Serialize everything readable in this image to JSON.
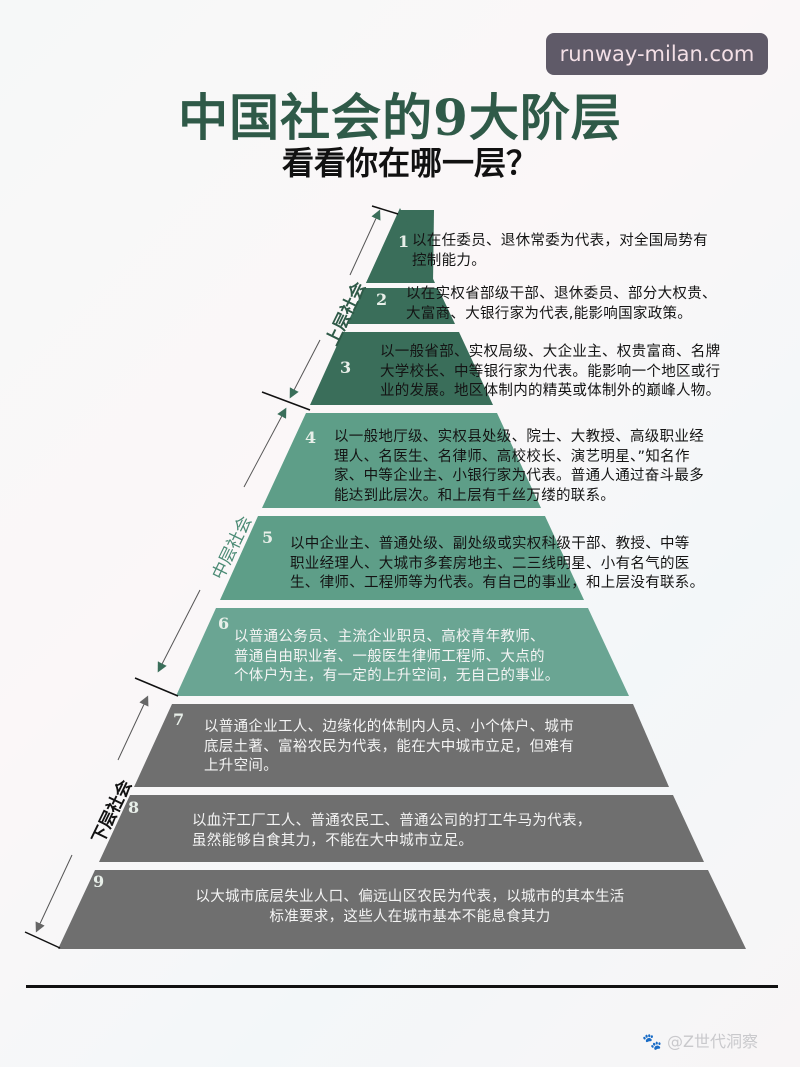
{
  "watermark": "runway-milan.com",
  "title": "中国社会的9大阶层",
  "subtitle": "看看你在哪一层？",
  "groups": [
    {
      "label": "上层社会",
      "color": "#2f5a48"
    },
    {
      "label": "中层社会",
      "color": "#4a8a74"
    },
    {
      "label": "下层社会",
      "color": "#111111"
    }
  ],
  "tiers": [
    {
      "num": "1",
      "lines": [
        "以在任委员、退休常委为代表，对全国局势有",
        "控制能力。"
      ]
    },
    {
      "num": "2",
      "lines": [
        "以在实权省部级干部、退休委员、部分大权贵、",
        "大富商、大银行家为代表,能影响国家政策。"
      ]
    },
    {
      "num": "3",
      "lines": [
        "以一般省部、实权局级、大企业主、权贵富商、名牌",
        "大学校长、中等银行家为代表。能影响一个地区或行",
        "业的发展。地区体制内的精英或体制外的巅峰人物。"
      ]
    },
    {
      "num": "4",
      "lines": [
        "以一般地厅级、实权县处级、院士、大教授、高级职业经",
        "理人、名医生、名律师、高校校长、演艺明星、”知名作",
        "家、中等企业主、小银行家为代表。普通人通过奋斗最多",
        "能达到此层次。和上层有千丝万缕的联系。"
      ]
    },
    {
      "num": "5",
      "lines": [
        "以中企业主、普通处级、副处级或实权科级干部、教授、中等",
        "职业经理人、大城市多套房地主、二三线明星、小有名气的医",
        "生、律师、工程师等为代表。有自己的事业，和上层没有联系。"
      ]
    },
    {
      "num": "6",
      "lines": [
        "以普通公务员、主流企业职员、高校青年教师、",
        "普通自由职业者、一般医生律师工程师、大点的",
        "个体户为主，有一定的上升空间，无自己的事业。"
      ]
    },
    {
      "num": "7",
      "lines": [
        "以普通企业工人、边缘化的体制内人员、小个体户、城市",
        "底层土著、富裕农民为代表，能在大中城市立足，但难有",
        "上升空间。"
      ]
    },
    {
      "num": "8",
      "lines": [
        "以血汗工厂工人、普通农民工、普通公司的打工牛马为代表，",
        "虽然能够自食其力，不能在大中城市立足。"
      ]
    },
    {
      "num": "9",
      "lines": [
        "以大城市底层失业人口、偏远山区农民为代表，以城市的其本生活",
        "标准要求，这些人在城市基本不能息食其力"
      ]
    }
  ],
  "colors": {
    "upper": "#3a6e5a",
    "middle": "#5e9e88",
    "lower": "#6e6e6e",
    "title": "#2f5a48"
  },
  "credit": "@Z世代洞察"
}
